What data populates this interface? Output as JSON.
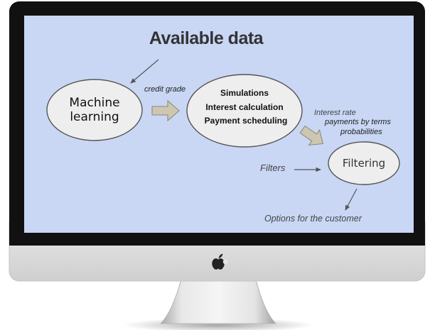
{
  "diagram": {
    "title": "Available data",
    "nodes": {
      "machine_learning": {
        "lines": [
          "Machine",
          "learning"
        ]
      },
      "simulations": {
        "lines": [
          "Simulations",
          "Interest calculation",
          "Payment scheduling"
        ]
      },
      "filtering": {
        "label": "Filtering"
      }
    },
    "labels": {
      "credit_grade": "credit grade",
      "interest_rate": "Interest rate",
      "payments_by_terms": "payments by terms",
      "probabilities": "probabilities",
      "filters": "Filters",
      "options": "Options for the customer"
    }
  },
  "colors": {
    "screen_background": "#c9d7f5",
    "node_fill": "#eeeeee",
    "node_stroke": "#555555",
    "block_arrow_fill": "#cdc7b2",
    "block_arrow_stroke": "#8c8672",
    "line_arrow": "#555555",
    "title_text": "#333333",
    "monitor_bezel": "#111111",
    "monitor_chin": "#dedede"
  },
  "icons": {
    "brand_logo": "apple-logo-icon"
  }
}
